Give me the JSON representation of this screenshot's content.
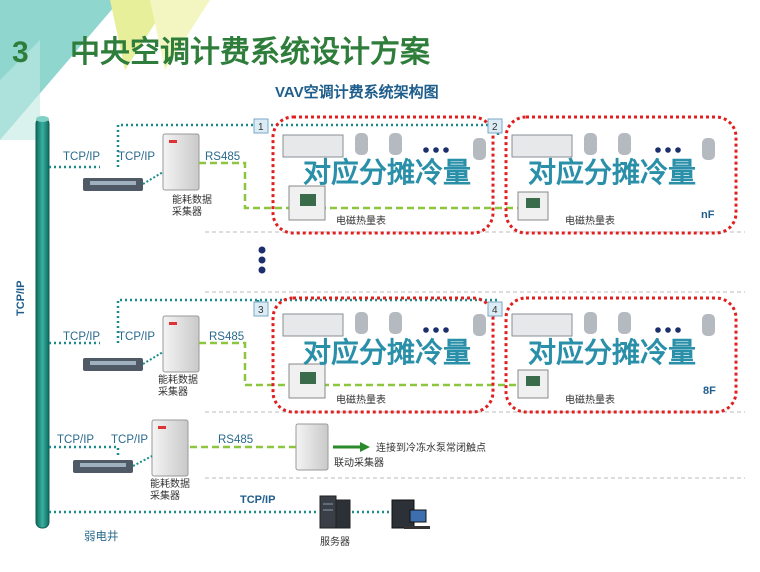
{
  "header": {
    "number": "3",
    "title": "中央空调计费系统设计方案"
  },
  "diagram_title": "VAV空调计费系统架构图",
  "backbone": {
    "label": "TCP/IP",
    "bottom_label": "弱电井"
  },
  "rows": [
    {
      "id": "nF",
      "floor": "nF",
      "tcp1": "TCP/IP",
      "tcp2": "TCP/IP",
      "rs485": "RS485",
      "collector": "能耗数据\n采集器",
      "zones": [
        {
          "index": "1",
          "title": "对应分摊冷量",
          "meter": "电磁热量表"
        },
        {
          "index": "2",
          "title": "对应分摊冷量",
          "meter": "电磁热量表"
        }
      ]
    },
    {
      "id": "8F",
      "floor": "8F",
      "tcp1": "TCP/IP",
      "tcp2": "TCP/IP",
      "rs485": "RS485",
      "collector": "能耗数据\n采集器",
      "zones": [
        {
          "index": "3",
          "title": "对应分摊冷量",
          "meter": "电磁热量表"
        },
        {
          "index": "4",
          "title": "对应分摊冷量",
          "meter": "电磁热量表"
        }
      ]
    }
  ],
  "bottom_row": {
    "tcp1": "TCP/IP",
    "tcp2": "TCP/IP",
    "rs485": "RS485",
    "collector": "能耗数据\n采集器",
    "linkage": "联动采集器",
    "arrow_text": "连接到冷冻水泵常闭触点"
  },
  "server": {
    "tcp": "TCP/IP",
    "label": "服务器"
  },
  "colors": {
    "title_green": "#2f7d3a",
    "zone_border": "#e02020",
    "dash_green": "#8cc63e",
    "dot_teal": "#1a8a8a",
    "big_text": "#2a8fa8",
    "backbone": "#1f8a7a"
  }
}
